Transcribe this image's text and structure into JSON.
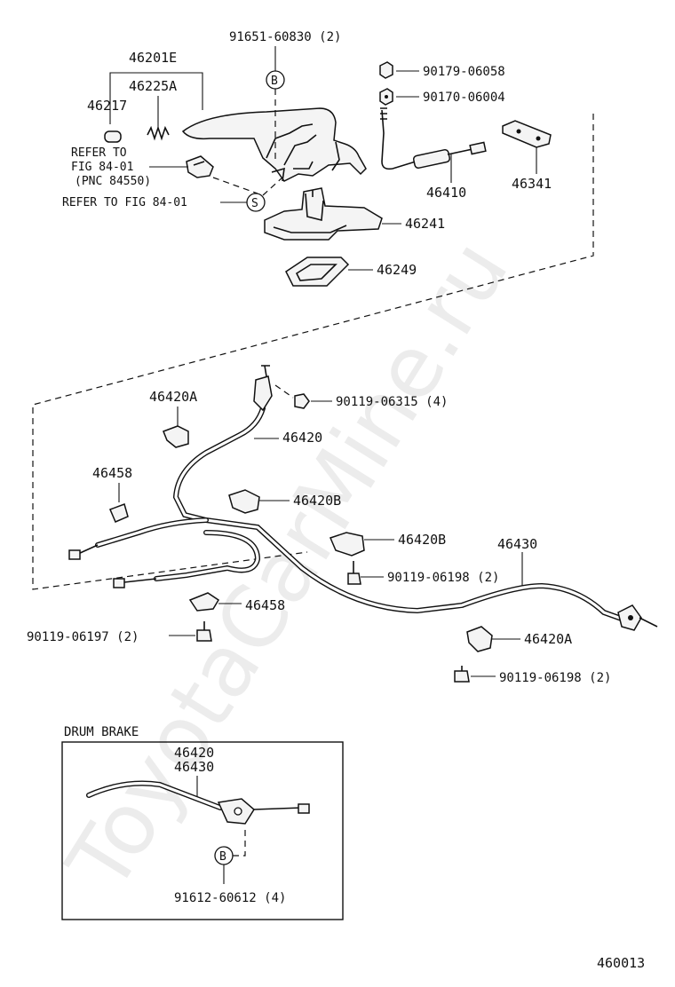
{
  "labels": {
    "p91651": "91651-60830 (2)",
    "p46201e": "46201E",
    "p46225a": "46225A",
    "p46217": "46217",
    "refer1_a": "REFER TO",
    "refer1_b": "FIG 84-01",
    "refer1_c": "(PNC 84550)",
    "refer2": "REFER TO FIG 84-01",
    "p90179": "90179-06058",
    "p90170": "90170-06004",
    "p46410": "46410",
    "p46341": "46341",
    "p46241": "46241",
    "p46249": "46249",
    "p90119_06315": "90119-06315 (4)",
    "p46420a_top": "46420A",
    "p46420": "46420",
    "p46458_top": "46458",
    "p46420b_top": "46420B",
    "p46420b_mid": "46420B",
    "p46430": "46430",
    "p90119_06198_a": "90119-06198 (2)",
    "p46458_bot": "46458",
    "p46420a_bot": "46420A",
    "p90119_06197": "90119-06197 (2)",
    "p90119_06198_b": "90119-06198 (2)",
    "drum_brake": "DRUM BRAKE",
    "drum_46420": "46420",
    "drum_46430": "46430",
    "p91612": "91612-60612 (4)",
    "callout_b": "B",
    "callout_s": "S",
    "ref_number": "460013",
    "watermark": "ToyotaCarMine.ru"
  }
}
